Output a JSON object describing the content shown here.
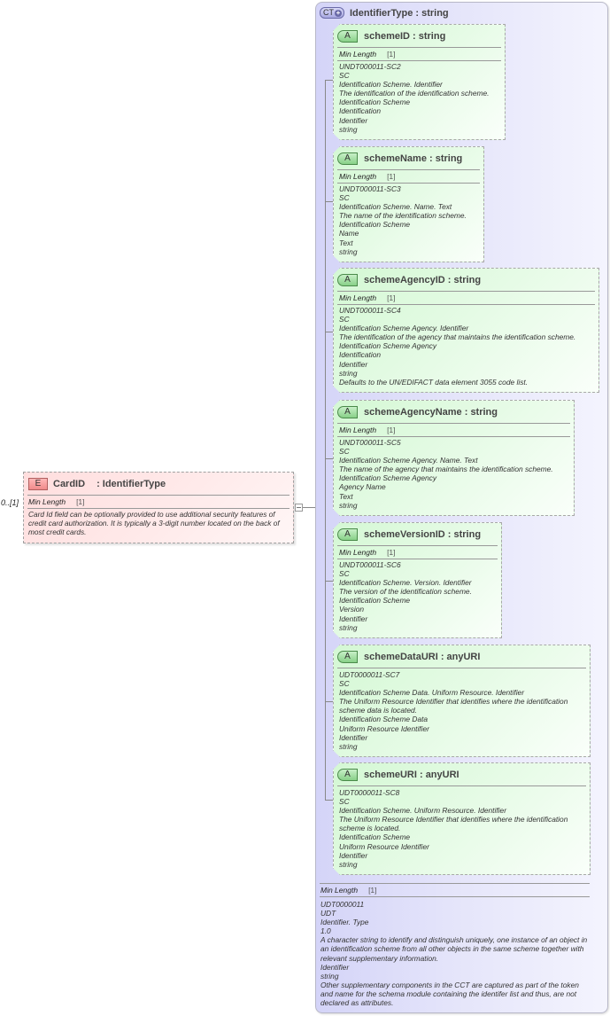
{
  "element": {
    "cardinality": "0..[1]",
    "badge": "E",
    "name": "CardID",
    "type": ": IdentifierType",
    "facet_label": "Min Length",
    "facet_value": "[1]",
    "documentation": "Card Id field can be optionally provided to use additional security features of credit card authorization. It is typically a 3-digit number located on the back of most credit cards."
  },
  "complex_type": {
    "badge": "CT",
    "badge_icon": "plus-icon",
    "title": "IdentifierType : string",
    "facet_label": "Min Length",
    "facet_value": "[1]",
    "documentation": [
      "UDT0000011",
      "UDT",
      "Identifier. Type",
      "1.0",
      "A character string to identify and distinguish uniquely, one instance of an object in an identification scheme from all other objects in the same scheme together with relevant supplementary information.",
      "Identifier",
      "string",
      "Other supplementary components in the CCT are captured as part of the token and name for the schema module containing the identifer list and thus, are not declared as attributes."
    ]
  },
  "attributes": [
    {
      "badge": "A",
      "title": "schemeID : string",
      "facet_label": "Min Length",
      "facet_value": "[1]",
      "documentation": [
        "UNDT000011-SC2",
        "SC",
        "Identification Scheme. Identifier",
        "The identification of the identification scheme.",
        "Identification Scheme",
        "Identification",
        "Identifier",
        "string"
      ]
    },
    {
      "badge": "A",
      "title": "schemeName : string",
      "facet_label": "Min Length",
      "facet_value": "[1]",
      "documentation": [
        "UNDT000011-SC3",
        "SC",
        "Identification Scheme. Name. Text",
        "The name of the identification scheme.",
        "Identification Scheme",
        "Name",
        "Text",
        "string"
      ]
    },
    {
      "badge": "A",
      "title": "schemeAgencyID : string",
      "facet_label": "Min Length",
      "facet_value": "[1]",
      "documentation": [
        "UNDT000011-SC4",
        "SC",
        "Identification Scheme Agency. Identifier",
        "The identification of the agency that maintains the identification scheme.",
        "Identification Scheme Agency",
        "Identification",
        "Identifier",
        "string",
        "Defaults to the UN/EDIFACT data element 3055 code list."
      ]
    },
    {
      "badge": "A",
      "title": "schemeAgencyName : string",
      "facet_label": "Min Length",
      "facet_value": "[1]",
      "documentation": [
        "UNDT000011-SC5",
        "SC",
        "Identification Scheme Agency. Name. Text",
        "The name of the agency that maintains the identification scheme.",
        "Identification Scheme Agency",
        "Agency Name",
        "Text",
        "string"
      ]
    },
    {
      "badge": "A",
      "title": "schemeVersionID : string",
      "facet_label": "Min Length",
      "facet_value": "[1]",
      "documentation": [
        "UNDT000011-SC6",
        "SC",
        "Identification Scheme. Version. Identifier",
        "The version of the identification scheme.",
        "Identification Scheme",
        "Version",
        "Identifier",
        "string"
      ]
    },
    {
      "badge": "A",
      "title": "schemeDataURI : anyURI",
      "documentation": [
        "UDT0000011-SC7",
        "SC",
        "Identification Scheme Data. Uniform Resource. Identifier",
        "The Uniform Resource Identifier that identifies where the identification scheme data is located.",
        "Identification Scheme Data",
        "Uniform Resource Identifier",
        "Identifier",
        "string"
      ]
    },
    {
      "badge": "A",
      "title": "schemeURI : anyURI",
      "documentation": [
        "UDT0000011-SC8",
        "SC",
        "Identification Scheme. Uniform Resource. Identifier",
        "The Uniform Resource Identifier that identifies where the identification scheme is located.",
        "Identification Scheme",
        "Uniform Resource Identifier",
        "Identifier",
        "string"
      ]
    }
  ],
  "colors": {
    "element_fill": "#ffe4e4",
    "attribute_fill": "#e0fae0",
    "complex_type_fill": "#dcdcf8",
    "border": "#a0a0a0"
  }
}
